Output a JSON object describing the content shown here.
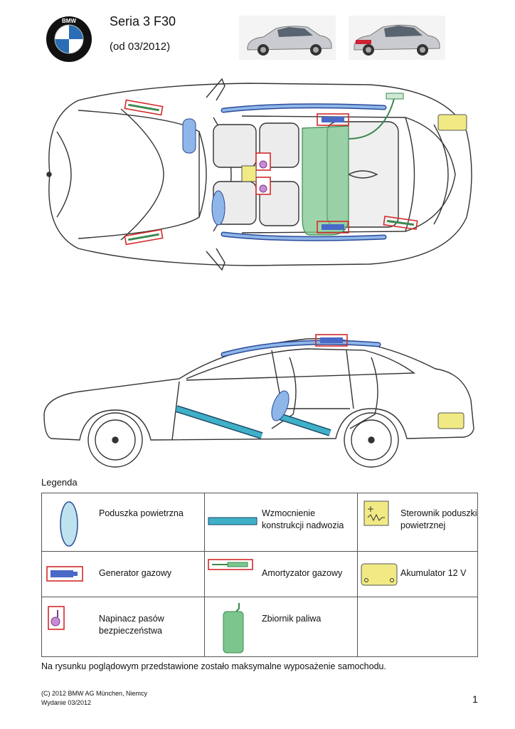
{
  "header": {
    "title": "Seria 3 F30",
    "subtitle": "(od 03/2012)",
    "logo_text": "BMW"
  },
  "legend": {
    "heading": "Legenda",
    "items": [
      {
        "label": "Poduszka powietrzna",
        "icon": "airbag-icon",
        "color": "#bfe3ee"
      },
      {
        "label": "Wzmocnienie konstrukcji nadwozia",
        "icon": "body-reinforcement-icon",
        "color": "#3fb0c8"
      },
      {
        "label": "Sterownik poduszki powietrznej",
        "icon": "airbag-control-unit-icon",
        "color": "#f1ea84"
      },
      {
        "label": "Generator gazowy",
        "icon": "gas-generator-icon",
        "color": "#4a68c8"
      },
      {
        "label": "Amortyzator gazowy",
        "icon": "gas-strut-icon",
        "color": "#7cc68e"
      },
      {
        "label": "Akumulator 12 V",
        "icon": "battery-12v-icon",
        "color": "#f1ea84"
      },
      {
        "label": "Napinacz pasów bezpieczeństwa",
        "icon": "seatbelt-tensioner-icon",
        "color": "#c98ad6"
      },
      {
        "label": "Zbiornik paliwa",
        "icon": "fuel-tank-icon",
        "color": "#7cc68e"
      }
    ]
  },
  "note": "Na rysunku poglądowym przedstawione zostało maksymalne wyposażenie samochodu.",
  "footer": {
    "copyright": "(C) 2012 BMW AG München, Niemcy",
    "edition": "Wydanie 03/2012",
    "page": "1"
  },
  "colors": {
    "airbag": "#bfe3ee",
    "reinforcement": "#3fb0c8",
    "highlight_red": "#d42a2a",
    "battery": "#f1ea84",
    "fuel": "#7cc68e",
    "tensioner": "#c98ad6"
  }
}
